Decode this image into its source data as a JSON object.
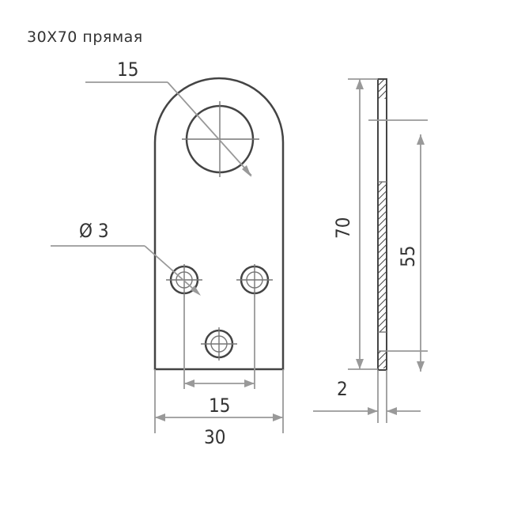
{
  "title": "30X70 прямая",
  "dimensions": {
    "hole_large": "15",
    "hole_small": "Ø 3",
    "height_total": "70",
    "height_inner": "55",
    "width_holes": "15",
    "width_total": "30",
    "thickness": "2"
  }
}
